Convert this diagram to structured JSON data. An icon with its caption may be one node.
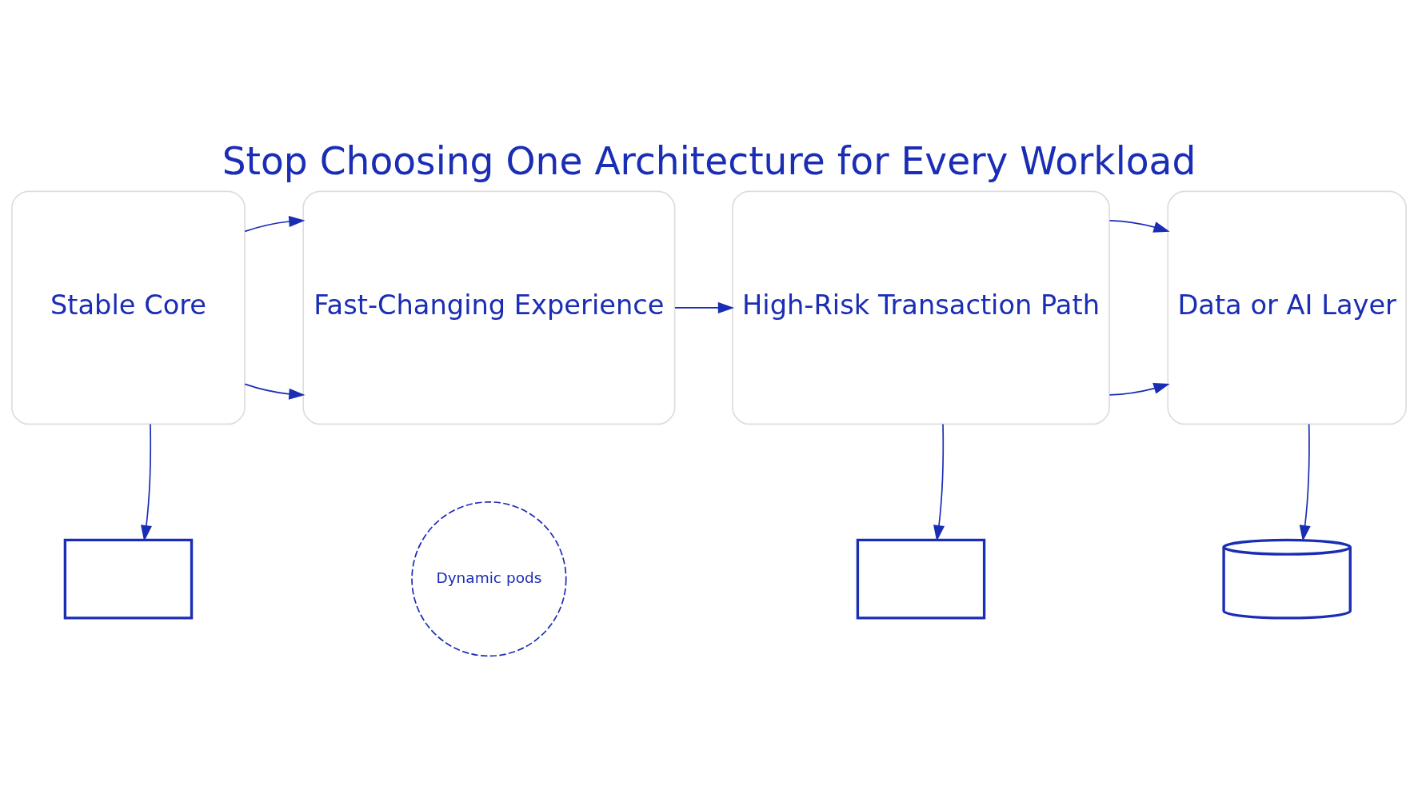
{
  "diagram": {
    "title": "Stop Choosing One Architecture for Every Workload",
    "nodes": [
      {
        "text": [
          "Stable Core"
        ]
      },
      {
        "text": [
          "Fast-Changing Experience"
        ]
      },
      {
        "text": [
          "High-Risk Transaction Path"
        ]
      },
      {
        "text": [
          "Data or AI Layer"
        ]
      },
      {
        "text": [],
        "shape": "box"
      },
      {
        "text": [
          "Dynamic pods"
        ]
      },
      {
        "text": [],
        "shape": "box"
      },
      {
        "text": [],
        "shape": "cylinder"
      }
    ],
    "edges": [
      {
        "from": 0,
        "to": 1,
        "arrow": "to"
      },
      {
        "from": 0,
        "to": 1,
        "arrow": "to"
      },
      {
        "from": 1,
        "to": 2,
        "arrow": "to"
      },
      {
        "from": 2,
        "to": 3,
        "arrow": "to"
      },
      {
        "from": 2,
        "to": 3,
        "arrow": "to"
      },
      {
        "from": 0,
        "to": 4,
        "arrow": "to"
      },
      {
        "from": 2,
        "to": 6,
        "arrow": "to"
      },
      {
        "from": 3,
        "to": 7,
        "arrow": "to"
      }
    ]
  }
}
